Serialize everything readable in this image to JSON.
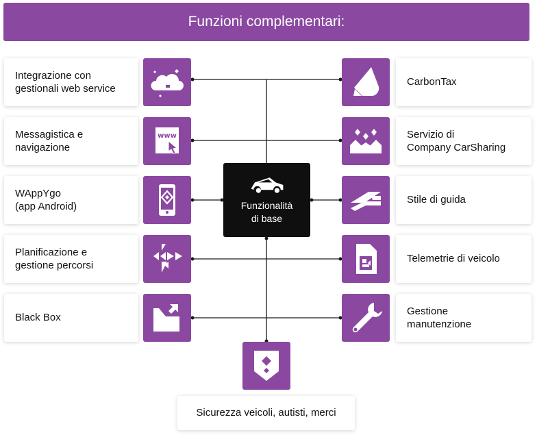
{
  "title": "Funzioni complementari:",
  "center": {
    "label": "Funzionalità\ndi base",
    "icon": "car-icon"
  },
  "left": [
    {
      "label": "Integrazione con\ngestionali web service",
      "icon": "cloud-icon"
    },
    {
      "label": "Messagistica e\nnavigazione",
      "icon": "www-icon"
    },
    {
      "label": "WAppYgo\n(app Android)",
      "icon": "smartphone-icon"
    },
    {
      "label": "Planificazione e\ngestione percorsi",
      "icon": "route-arrows-icon"
    },
    {
      "label": "Black Box",
      "icon": "black-box-icon"
    }
  ],
  "right": [
    {
      "label": "CarbonTax",
      "icon": "drop-icon"
    },
    {
      "label": "Servizio di\nCompany CarSharing",
      "icon": "people-icon"
    },
    {
      "label": "Stile di guida",
      "icon": "driving-style-icon"
    },
    {
      "label": "Telemetrie di veicolo",
      "icon": "sim-card-icon"
    },
    {
      "label": "Gestione\nmanutenzione",
      "icon": "wrench-icon"
    }
  ],
  "bottom": {
    "label": "Sicurezza veicoli, autisti, merci",
    "icon": "shield-icon"
  },
  "colors": {
    "accent": "#8a48a1",
    "center": "#0f0f0f",
    "line": "#1a1a1a"
  }
}
